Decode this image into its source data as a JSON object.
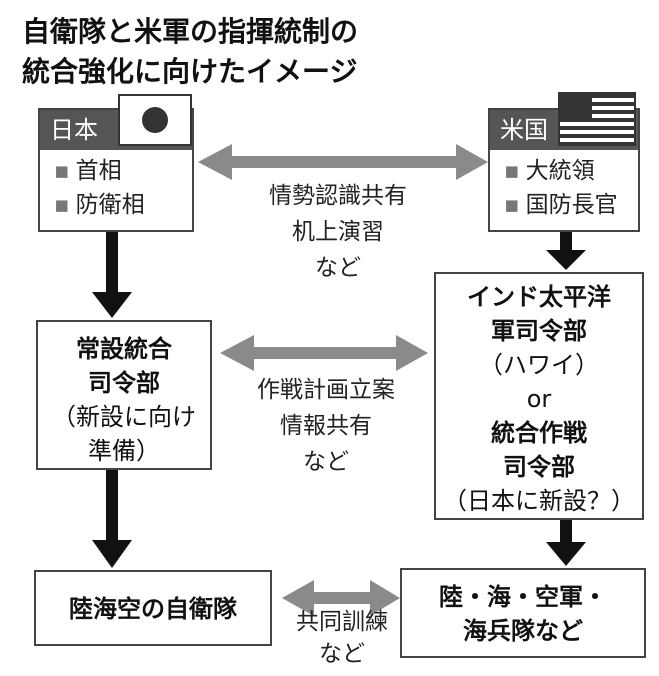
{
  "title": {
    "line1": "自衛隊と米軍の指揮統制の",
    "line2": "統合強化に向けたイメージ"
  },
  "japan": {
    "header": "日本",
    "items": [
      "首相",
      "防衛相"
    ],
    "hq_line1": "常設統合",
    "hq_line2": "司令部",
    "hq_line3": "（新設に向け",
    "hq_line4": "準備）",
    "forces": "陸海空の自衛隊"
  },
  "us": {
    "header": "米国",
    "items": [
      "大統領",
      "国防長官"
    ],
    "cmd_line1": "インド太平洋",
    "cmd_line2": "軍司令部",
    "cmd_line3": "（ハワイ）",
    "cmd_or": "or",
    "cmd_line5": "統合作戦",
    "cmd_line6": "司令部",
    "cmd_line7": "（日本に新設？）",
    "forces_line1": "陸・海・空軍・",
    "forces_line2": "海兵隊など"
  },
  "links": {
    "top": [
      "情勢認識共有",
      "机上演習",
      "など"
    ],
    "middle": [
      "作戦計画立案",
      "情報共有",
      "など"
    ],
    "bottom": [
      "共同訓練",
      "など"
    ]
  },
  "colors": {
    "header_bg": "#555555",
    "arrow_gray": "#8a8a8a",
    "arrow_black": "#111111"
  }
}
